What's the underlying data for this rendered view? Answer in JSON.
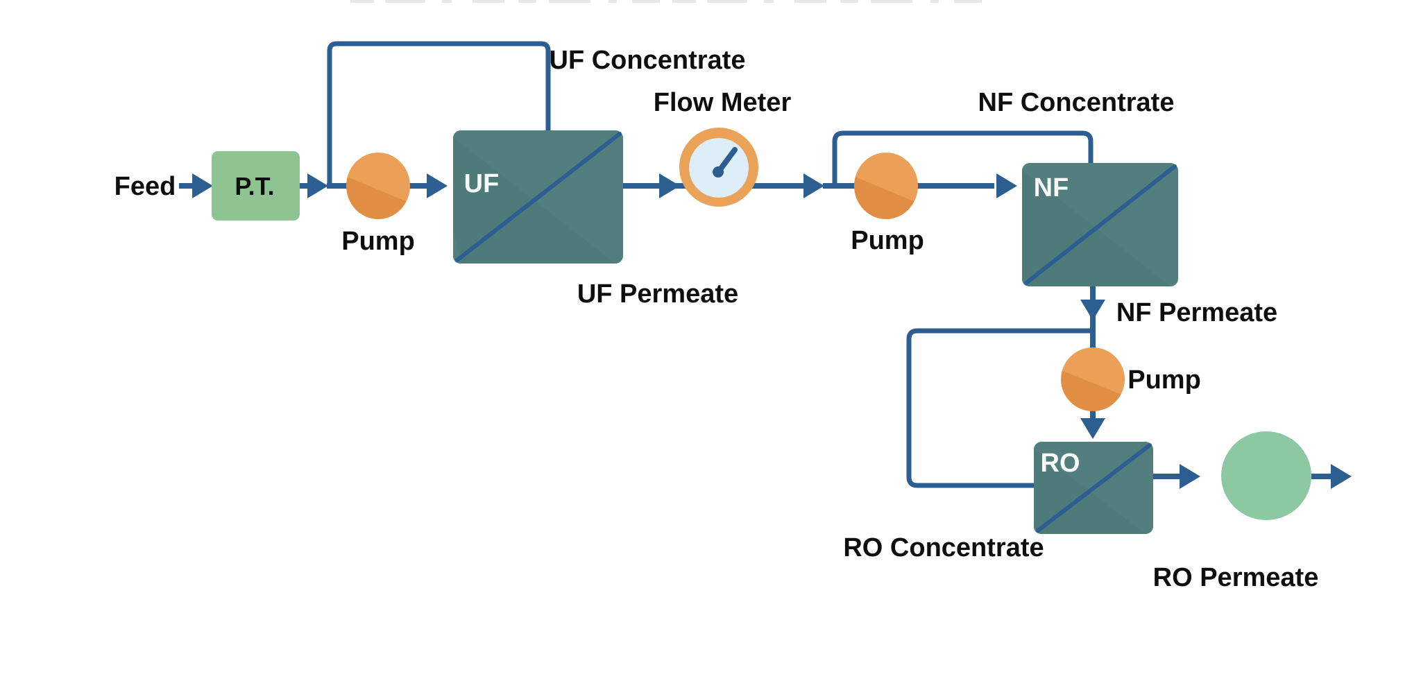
{
  "diagram": {
    "type": "process-flow-diagram",
    "subject": "membrane filtration train (UF - NF - RO)",
    "nodes": {
      "feed": {
        "label": "Feed"
      },
      "pretreatment": {
        "label": "P.T."
      },
      "uf_pump": {
        "label": "Pump"
      },
      "uf_membrane": {
        "label": "UF"
      },
      "flow_meter": {
        "label": "Flow Meter"
      },
      "nf_pump": {
        "label": "Pump"
      },
      "nf_membrane": {
        "label": "NF"
      },
      "ro_pump": {
        "label": "Pump"
      },
      "ro_membrane": {
        "label": "RO"
      }
    },
    "streams": {
      "uf_concentrate": {
        "label": "UF Concentrate"
      },
      "uf_permeate": {
        "label": "UF Permeate"
      },
      "nf_concentrate": {
        "label": "NF Concentrate"
      },
      "nf_permeate": {
        "label": "NF Permeate"
      },
      "ro_concentrate": {
        "label": "RO Concentrate"
      },
      "ro_permeate": {
        "label": "RO Permeate"
      }
    },
    "colors": {
      "line": "#2d5e92",
      "membrane_fill": "#527f7e",
      "membrane_fill_dark": "#4b7877",
      "pump_light": "#ec9f56",
      "pump_dark": "#e18e45",
      "pretreatment_fill": "#8ec492",
      "permeate_tank_fill": "#8cc9a2",
      "meter_ring": "#e9a258",
      "meter_face": "#ddeef8",
      "label_color": "#0e0e0e",
      "node_label_color": "#f7f9f9",
      "background": "#ffffff"
    }
  }
}
